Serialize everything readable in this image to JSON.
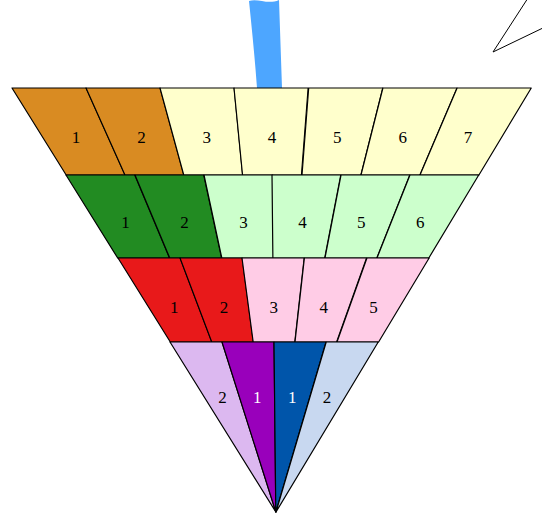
{
  "diagram": {
    "nodes": [
      {
        "text": [
          "1"
        ]
      },
      {
        "text": [
          "2"
        ]
      },
      {
        "text": [
          "3"
        ]
      },
      {
        "text": [
          "4"
        ]
      },
      {
        "text": [
          "5"
        ]
      },
      {
        "text": [
          "6"
        ]
      },
      {
        "text": [
          "7"
        ]
      },
      {
        "text": [
          "1"
        ]
      },
      {
        "text": [
          "2"
        ]
      },
      {
        "text": [
          "3"
        ]
      },
      {
        "text": [
          "4"
        ]
      },
      {
        "text": [
          "5"
        ]
      },
      {
        "text": [
          "6"
        ]
      },
      {
        "text": [
          "1"
        ]
      },
      {
        "text": [
          "2"
        ]
      },
      {
        "text": [
          "3"
        ]
      },
      {
        "text": [
          "4"
        ]
      },
      {
        "text": [
          "5"
        ]
      },
      {
        "text": [
          "2"
        ]
      },
      {
        "text": [
          "1"
        ]
      },
      {
        "text": [
          "1"
        ]
      },
      {
        "text": [
          "2"
        ]
      }
    ]
  }
}
